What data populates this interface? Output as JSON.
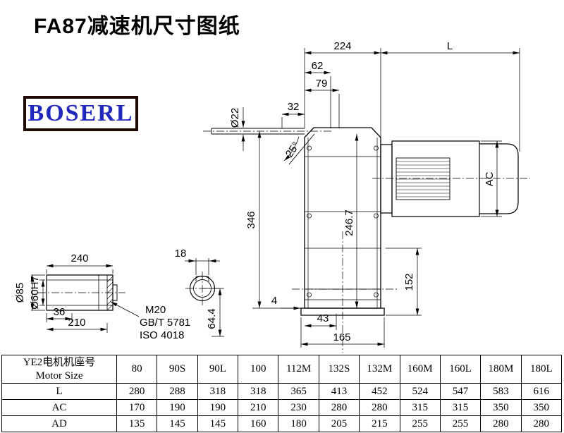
{
  "title": "FA87减速机尺寸图纸",
  "logo": {
    "text": "BOSERL"
  },
  "drawing": {
    "dims": {
      "top_width": "224",
      "motor_length": "L",
      "d62": "62",
      "d79": "79",
      "d32": "32",
      "input_shaft_dia": "Ø22",
      "input_angle": "25°",
      "height_346": "346",
      "height_246_7": "246.7",
      "motor_dia": "AC",
      "d152": "152",
      "d4": "4",
      "d43": "43",
      "d165": "165",
      "d64_4": "64.4",
      "shaft_length_240": "240",
      "key_width_18": "18",
      "shaft_dia_85": "Ø85",
      "bore_dia_60": "Ø60H7",
      "d36": "36",
      "d210": "210"
    },
    "notes": [
      "M20",
      "GB/T 5781",
      "ISO 4018"
    ]
  },
  "table": {
    "header": {
      "line1": "YE2电机机座号",
      "line2": "Motor Size"
    },
    "columns": [
      "80",
      "90S",
      "90L",
      "100",
      "112M",
      "132S",
      "132M",
      "160M",
      "160L",
      "180M",
      "180L"
    ],
    "rows": [
      {
        "label": "L",
        "values": [
          "280",
          "288",
          "318",
          "318",
          "365",
          "413",
          "452",
          "524",
          "547",
          "583",
          "616"
        ]
      },
      {
        "label": "AC",
        "values": [
          "170",
          "190",
          "190",
          "210",
          "230",
          "280",
          "280",
          "315",
          "315",
          "350",
          "350"
        ]
      },
      {
        "label": "AD",
        "values": [
          "135",
          "145",
          "145",
          "160",
          "180",
          "205",
          "215",
          "255",
          "255",
          "280",
          "280"
        ]
      }
    ]
  }
}
